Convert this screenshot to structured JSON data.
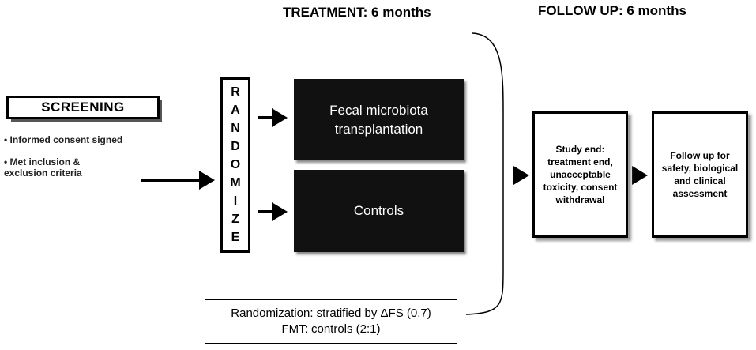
{
  "phases": {
    "treatment_title": "TREATMENT: 6 months",
    "followup_title": "FOLLOW UP: 6 months"
  },
  "screening": {
    "title": "SCREENING",
    "bullets": [
      "• Informed consent signed",
      "• Met inclusion &",
      "exclusion criteria"
    ]
  },
  "randomize": {
    "letters": [
      "R",
      "A",
      "N",
      "D",
      "O",
      "M",
      "I",
      "Z",
      "E"
    ]
  },
  "arms": {
    "fmt_line1": "Fecal microbiota",
    "fmt_line2": "transplantation",
    "controls": "Controls"
  },
  "randomization_note": {
    "line1": "Randomization: stratified by ΔFS (0.7)",
    "line2": "FMT: controls (2:1)"
  },
  "study_end": {
    "lines": [
      "Study end:",
      "treatment end,",
      "unacceptable",
      "toxicity, consent",
      "withdrawal"
    ]
  },
  "follow_up": {
    "lines": [
      "Follow up for",
      "safety, biological",
      "and clinical",
      "assessment"
    ]
  }
}
